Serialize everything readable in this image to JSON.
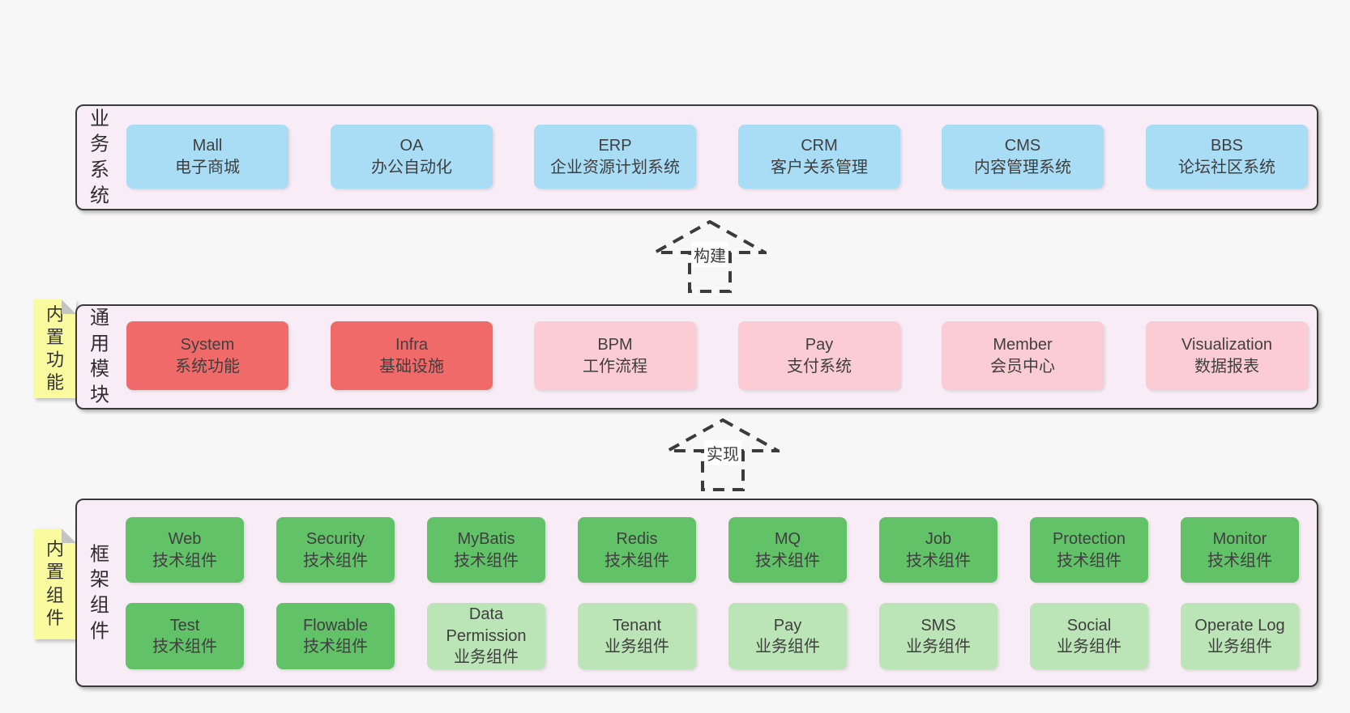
{
  "colors": {
    "page_bg": "#f7f7f7",
    "section_bg": "#f8edf6",
    "section_border": "#3a3a3a",
    "blue": "#a9dcf5",
    "red": "#f06a6a",
    "pink": "#fbccd3",
    "green_dark": "#62c268",
    "green_light": "#bbe5b6",
    "tab_yellow": "#fafa9e",
    "tab_fold": "#c4c4c4",
    "text": "#3f3f3f"
  },
  "arrows": [
    {
      "id": "build",
      "label": "构建"
    },
    {
      "id": "implement",
      "label": "实现"
    }
  ],
  "sections": [
    {
      "id": "business-systems",
      "side_label": "业务系统",
      "tab": null,
      "rows": [
        [
          {
            "name": "Mall",
            "subtitle": "电子商城",
            "type": "blue"
          },
          {
            "name": "OA",
            "subtitle": "办公自动化",
            "type": "blue"
          },
          {
            "name": "ERP",
            "subtitle": "企业资源计划系统",
            "type": "blue"
          },
          {
            "name": "CRM",
            "subtitle": "客户关系管理",
            "type": "blue"
          },
          {
            "name": "CMS",
            "subtitle": "内容管理系统",
            "type": "blue"
          },
          {
            "name": "BBS",
            "subtitle": "论坛社区系统",
            "type": "blue"
          }
        ]
      ]
    },
    {
      "id": "common-modules",
      "side_label": "通用模块",
      "tab": "内置功能",
      "rows": [
        [
          {
            "name": "System",
            "subtitle": "系统功能",
            "type": "red"
          },
          {
            "name": "Infra",
            "subtitle": "基础设施",
            "type": "red"
          },
          {
            "name": "BPM",
            "subtitle": "工作流程",
            "type": "pink"
          },
          {
            "name": "Pay",
            "subtitle": "支付系统",
            "type": "pink"
          },
          {
            "name": "Member",
            "subtitle": "会员中心",
            "type": "pink"
          },
          {
            "name": "Visualization",
            "subtitle": "数据报表",
            "type": "pink"
          }
        ]
      ]
    },
    {
      "id": "framework-components",
      "side_label": "框架组件",
      "tab": "内置组件",
      "rows": [
        [
          {
            "name": "Web",
            "subtitle": "技术组件",
            "type": "green_dark"
          },
          {
            "name": "Security",
            "subtitle": "技术组件",
            "type": "green_dark"
          },
          {
            "name": "MyBatis",
            "subtitle": "技术组件",
            "type": "green_dark"
          },
          {
            "name": "Redis",
            "subtitle": "技术组件",
            "type": "green_dark"
          },
          {
            "name": "MQ",
            "subtitle": "技术组件",
            "type": "green_dark"
          },
          {
            "name": "Job",
            "subtitle": "技术组件",
            "type": "green_dark"
          },
          {
            "name": "Protection",
            "subtitle": "技术组件",
            "type": "green_dark"
          },
          {
            "name": "Monitor",
            "subtitle": "技术组件",
            "type": "green_dark"
          }
        ],
        [
          {
            "name": "Test",
            "subtitle": "技术组件",
            "type": "green_dark"
          },
          {
            "name": "Flowable",
            "subtitle": "技术组件",
            "type": "green_dark"
          },
          {
            "name": "Data Permission",
            "subtitle": "业务组件",
            "type": "green_light"
          },
          {
            "name": "Tenant",
            "subtitle": "业务组件",
            "type": "green_light"
          },
          {
            "name": "Pay",
            "subtitle": "业务组件",
            "type": "green_light"
          },
          {
            "name": "SMS",
            "subtitle": "业务组件",
            "type": "green_light"
          },
          {
            "name": "Social",
            "subtitle": "业务组件",
            "type": "green_light"
          },
          {
            "name": "Operate Log",
            "subtitle": "业务组件",
            "type": "green_light"
          }
        ]
      ]
    }
  ]
}
